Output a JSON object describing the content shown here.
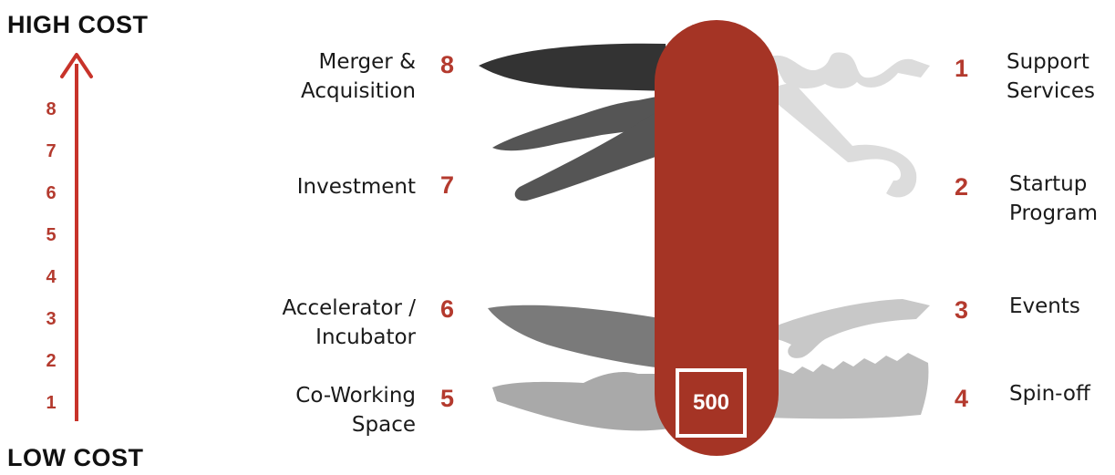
{
  "axis": {
    "high_label": "HIGH COST",
    "low_label": "LOW COST",
    "scale": [
      "8",
      "7",
      "6",
      "5",
      "4",
      "3",
      "2",
      "1"
    ]
  },
  "knife": {
    "badge": "500"
  },
  "left_items": [
    {
      "num": "8",
      "line1": "Merger &",
      "line2": "Acquisition"
    },
    {
      "num": "7",
      "line1": "Investment",
      "line2": ""
    },
    {
      "num": "6",
      "line1": "Accelerator /",
      "line2": "Incubator"
    },
    {
      "num": "5",
      "line1": "Co-Working",
      "line2": "Space"
    }
  ],
  "right_items": [
    {
      "num": "1",
      "line1": "Support",
      "line2": "Services"
    },
    {
      "num": "2",
      "line1": "Startup",
      "line2": "Program"
    },
    {
      "num": "3",
      "line1": "Events",
      "line2": ""
    },
    {
      "num": "4",
      "line1": "Spin-off",
      "line2": ""
    }
  ],
  "colors": {
    "accent": "#b43a2e",
    "knife_red": "#a53425",
    "dark_blade": "#333333",
    "mid_grey": "#5a5a5a",
    "grey": "#7a7a7a",
    "light_grey": "#a9a9a9",
    "pale_grey": "#d9d9d9"
  }
}
